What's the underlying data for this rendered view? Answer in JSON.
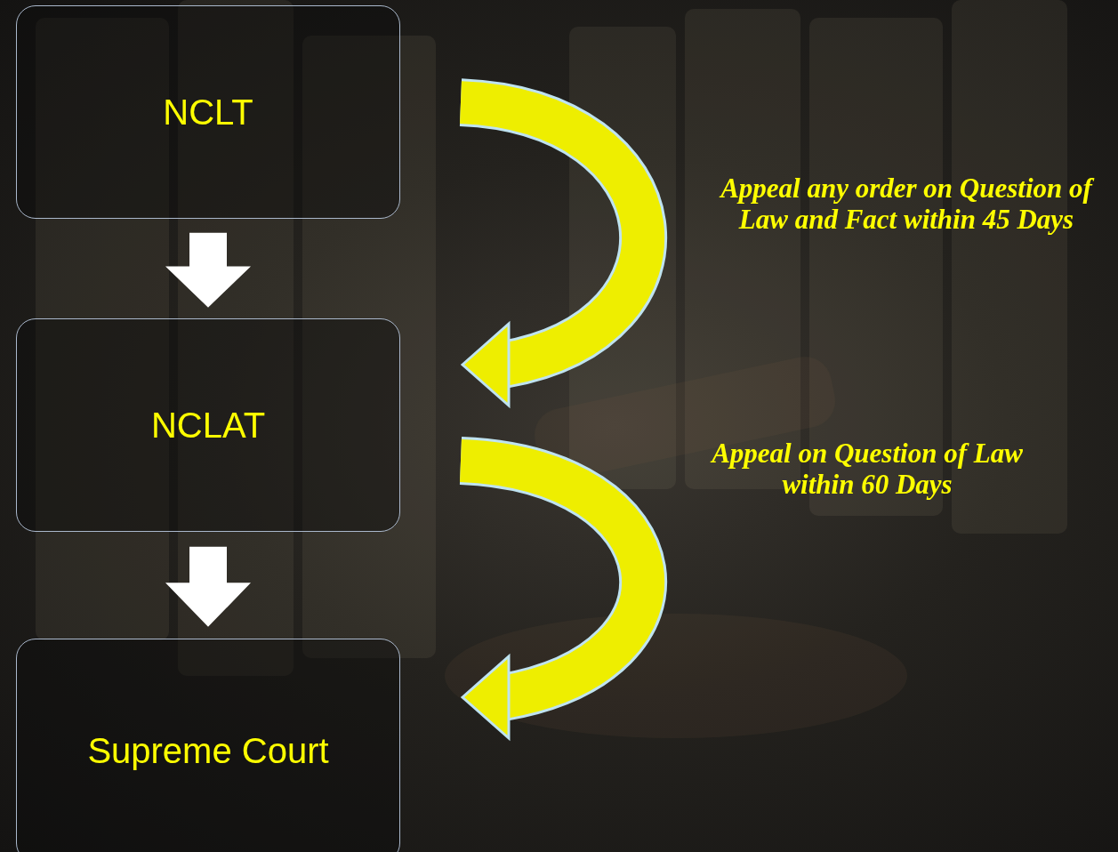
{
  "diagram": {
    "nodes": [
      {
        "text": [
          "NCLT"
        ]
      },
      {
        "text": [
          "NCLAT"
        ]
      },
      {
        "text": [
          "Supreme Court"
        ]
      }
    ],
    "edges": [
      {
        "from": 0,
        "to": 1,
        "arrow": "to"
      },
      {
        "from": 1,
        "to": 2,
        "arrow": "to"
      },
      {
        "from": 0,
        "to": 1,
        "arrow": "to",
        "label": "Appeal any order on Question of Law and Fact within 45 Days"
      },
      {
        "from": 1,
        "to": 2,
        "arrow": "to",
        "label": "Appeal on Question of Law within 60 Days"
      }
    ]
  }
}
